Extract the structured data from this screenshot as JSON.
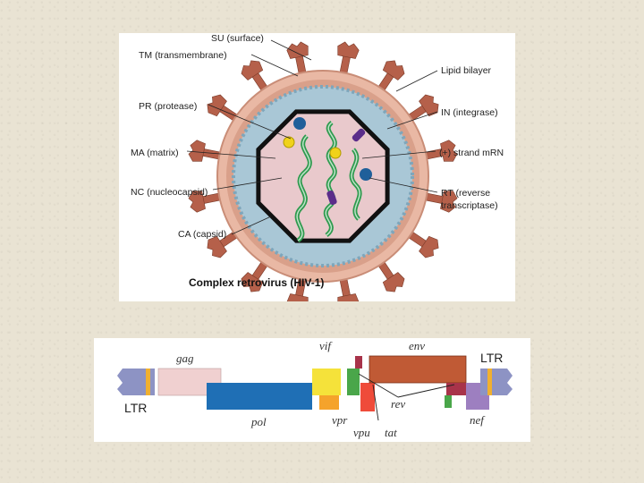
{
  "virus_diagram": {
    "title": "Complex retrovirus (HIV-1)",
    "labels_left": {
      "su": "SU (surface)",
      "tm": "TM (transmembrane)",
      "pr": "PR (protease)",
      "ma": "MA (matrix)",
      "nc": "NC (nucleocapsid)",
      "ca": "CA (capsid)"
    },
    "labels_right": {
      "lipid": "Lipid bilayer",
      "in": "IN (integrase)",
      "rna": "(+) strand mRN",
      "rt1": "RT (reverse",
      "rt2": "transcriptase)"
    },
    "colors": {
      "spike": "#b5604a",
      "bilayer": "#e9b8a4",
      "matrix": "#a9c7d6",
      "capsid": "#111111",
      "core": "#e9c9cc",
      "rna": "#2e9a4e",
      "integrase": "#1f5f9a",
      "protease": "#f0d21a",
      "rt": "#5b2d8a"
    }
  },
  "genome_map": {
    "genes": {
      "gag": "gag",
      "pol": "pol",
      "vif": "vif",
      "vpr": "vpr",
      "vpu": "vpu",
      "tat": "tat",
      "rev": "rev",
      "env": "env",
      "nef": "nef"
    },
    "ltr_left": "LTR",
    "ltr_right": "LTR",
    "colors": {
      "ltr": "#8d93c4",
      "gag": "#f0d0d0",
      "pol": "#1f6fb5",
      "vif": "#f5e23a",
      "vpr": "#f5a32b",
      "vpu": "#ef4b3a",
      "tat": "#4aa64a",
      "rev": "#a8334a",
      "env": "#c05a35",
      "nef": "#9d7fc0"
    }
  }
}
